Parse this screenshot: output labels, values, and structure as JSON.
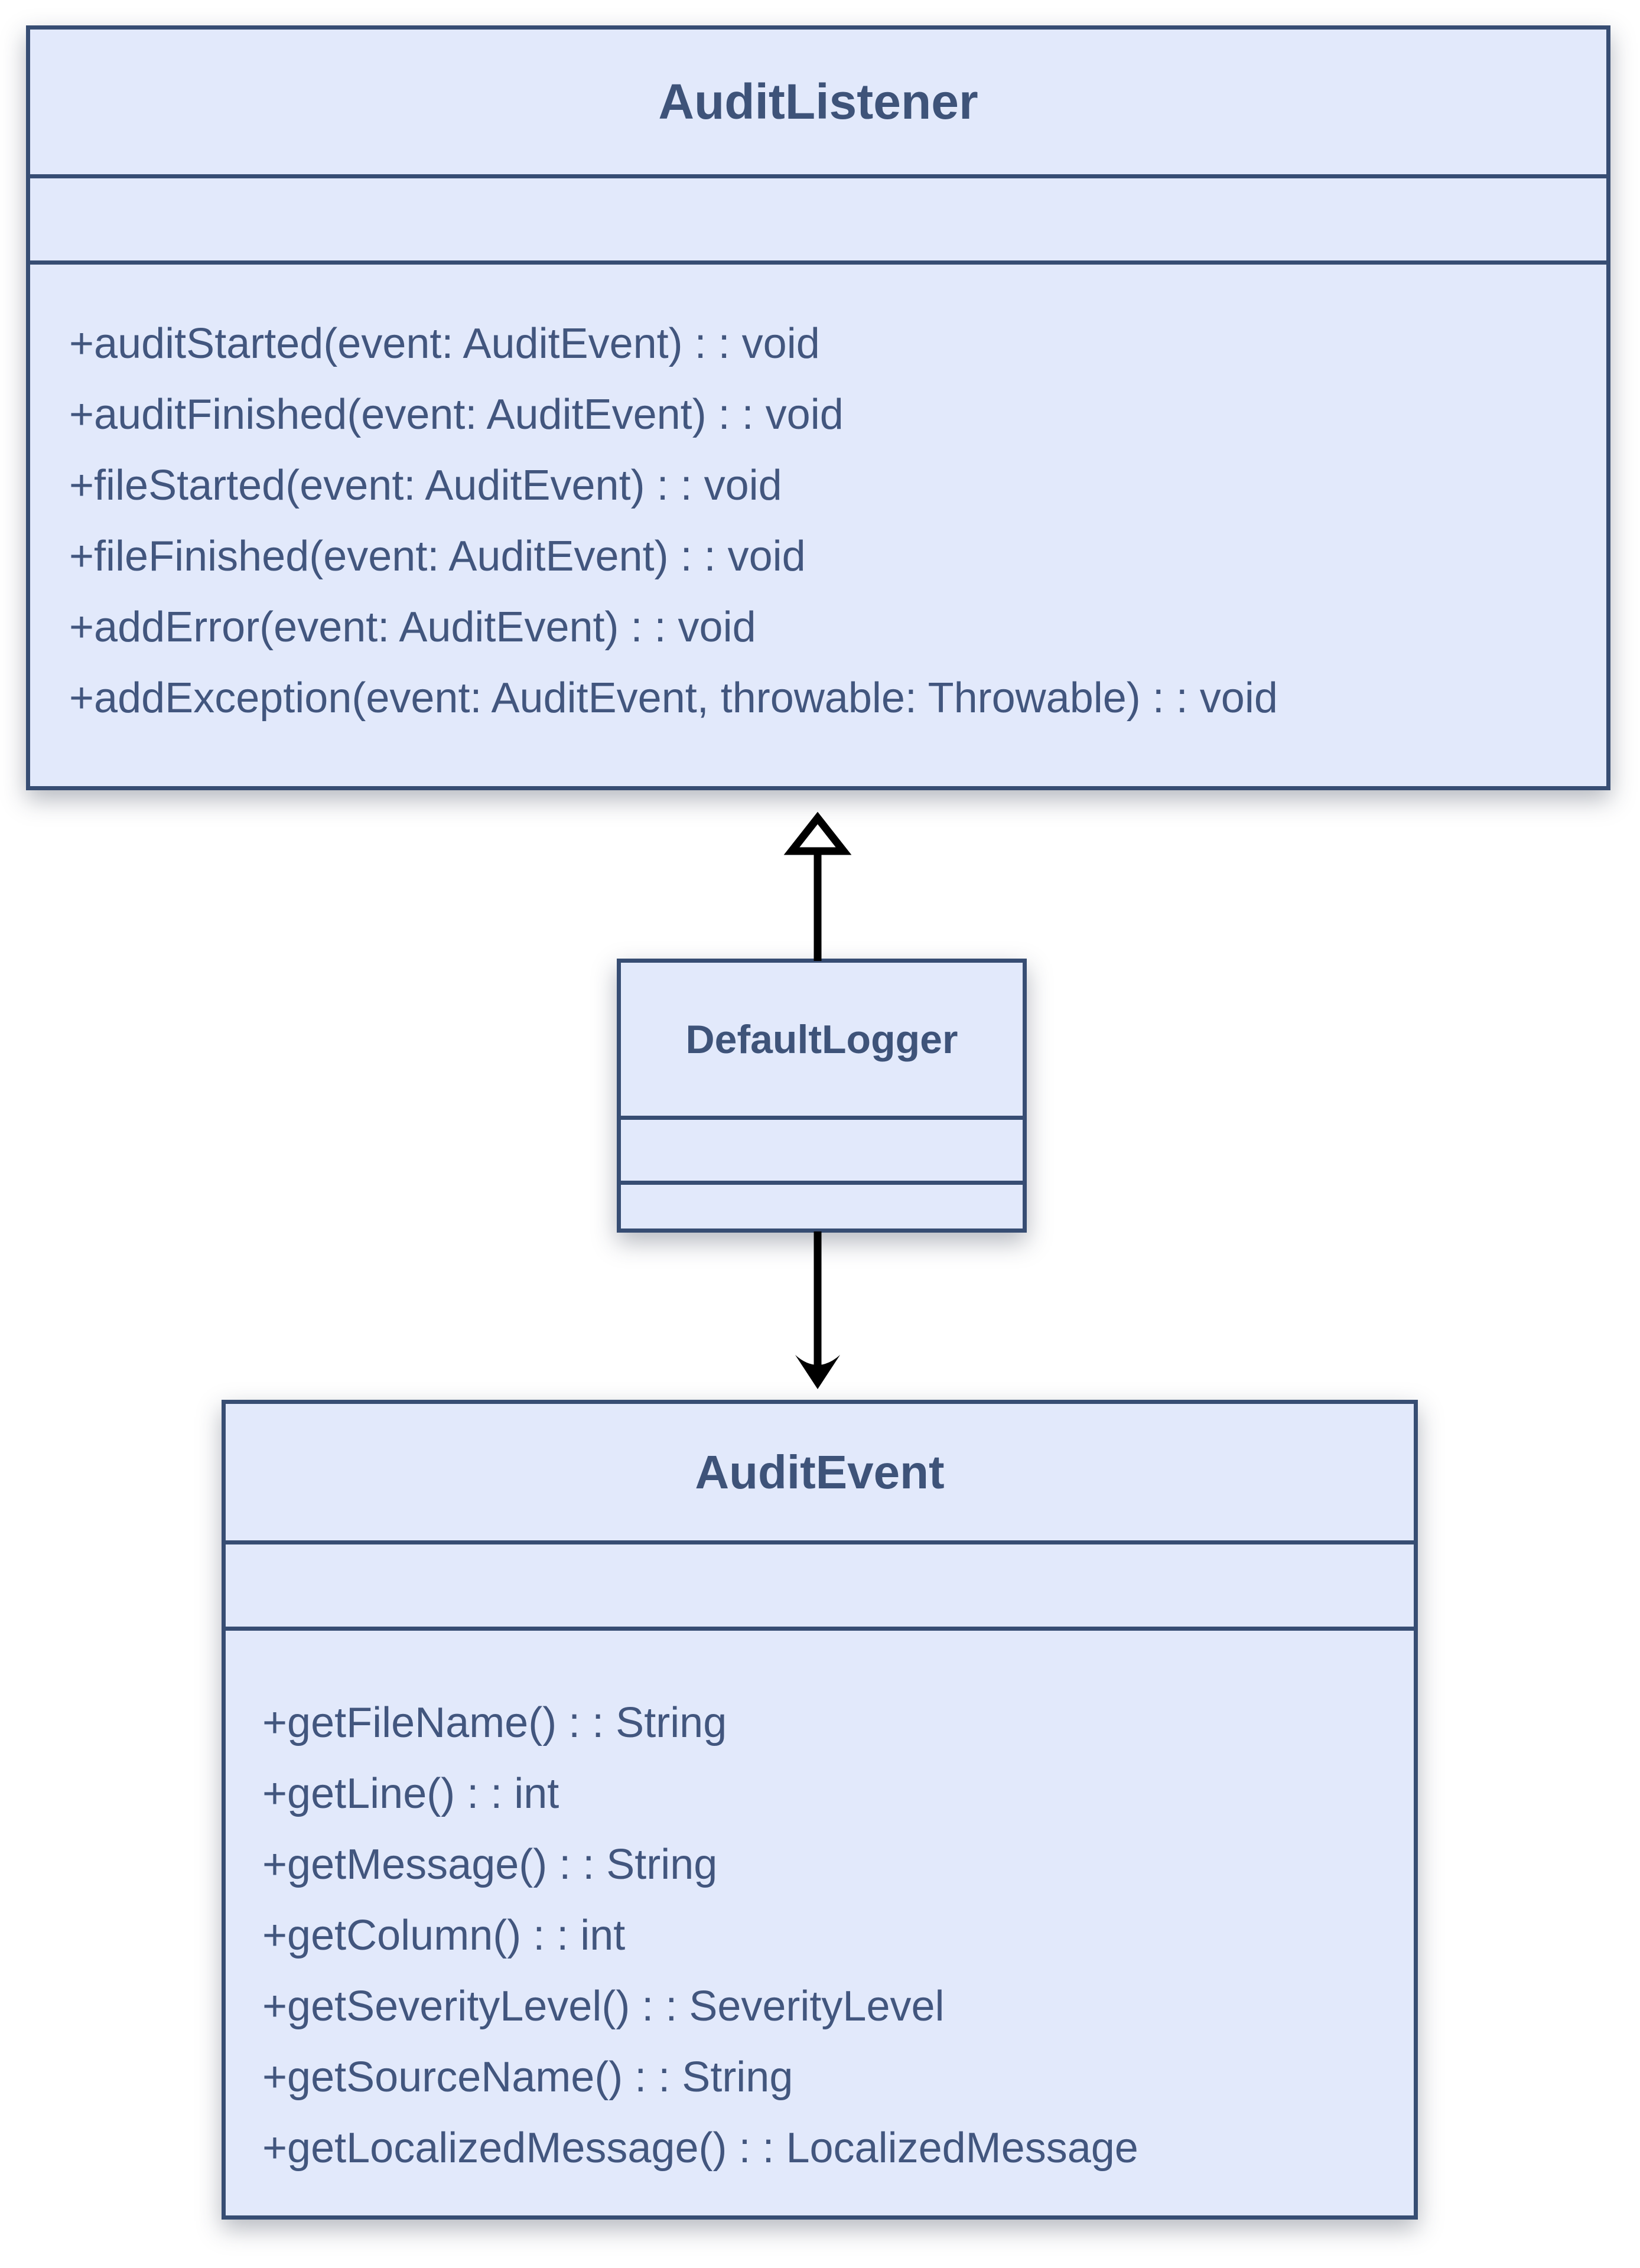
{
  "diagram": {
    "type": "uml-class-diagram",
    "classes": [
      {
        "id": "audit-listener",
        "name": "AuditListener",
        "attributes": [],
        "methods": [
          "+auditStarted(event: AuditEvent) : : void",
          "+auditFinished(event: AuditEvent) : : void",
          "+fileStarted(event: AuditEvent) : : void",
          "+fileFinished(event: AuditEvent) : : void",
          "+addError(event: AuditEvent) : : void",
          "+addException(event: AuditEvent, throwable: Throwable) : : void"
        ]
      },
      {
        "id": "default-logger",
        "name": "DefaultLogger",
        "attributes": [],
        "methods": []
      },
      {
        "id": "audit-event",
        "name": "AuditEvent",
        "attributes": [],
        "methods": [
          "+getFileName() : : String",
          "+getLine() : : int",
          "+getMessage() : : String",
          "+getColumn() : : int",
          "+getSeverityLevel() : : SeverityLevel",
          "+getSourceName() : : String",
          "+getLocalizedMessage() : : LocalizedMessage"
        ]
      }
    ],
    "relationships": [
      {
        "type": "generalization",
        "from": "DefaultLogger",
        "to": "AuditListener",
        "arrowhead": "hollow-triangle-up"
      },
      {
        "type": "directed-association",
        "from": "DefaultLogger",
        "to": "AuditEvent",
        "arrowhead": "open-arrow-down"
      }
    ],
    "colors": {
      "box_fill": "#e2e9fb",
      "box_border": "#374d73",
      "title_text": "#3e5379",
      "method_text": "#42567e",
      "connector": "#000000",
      "page_background": "#ffffff"
    }
  }
}
